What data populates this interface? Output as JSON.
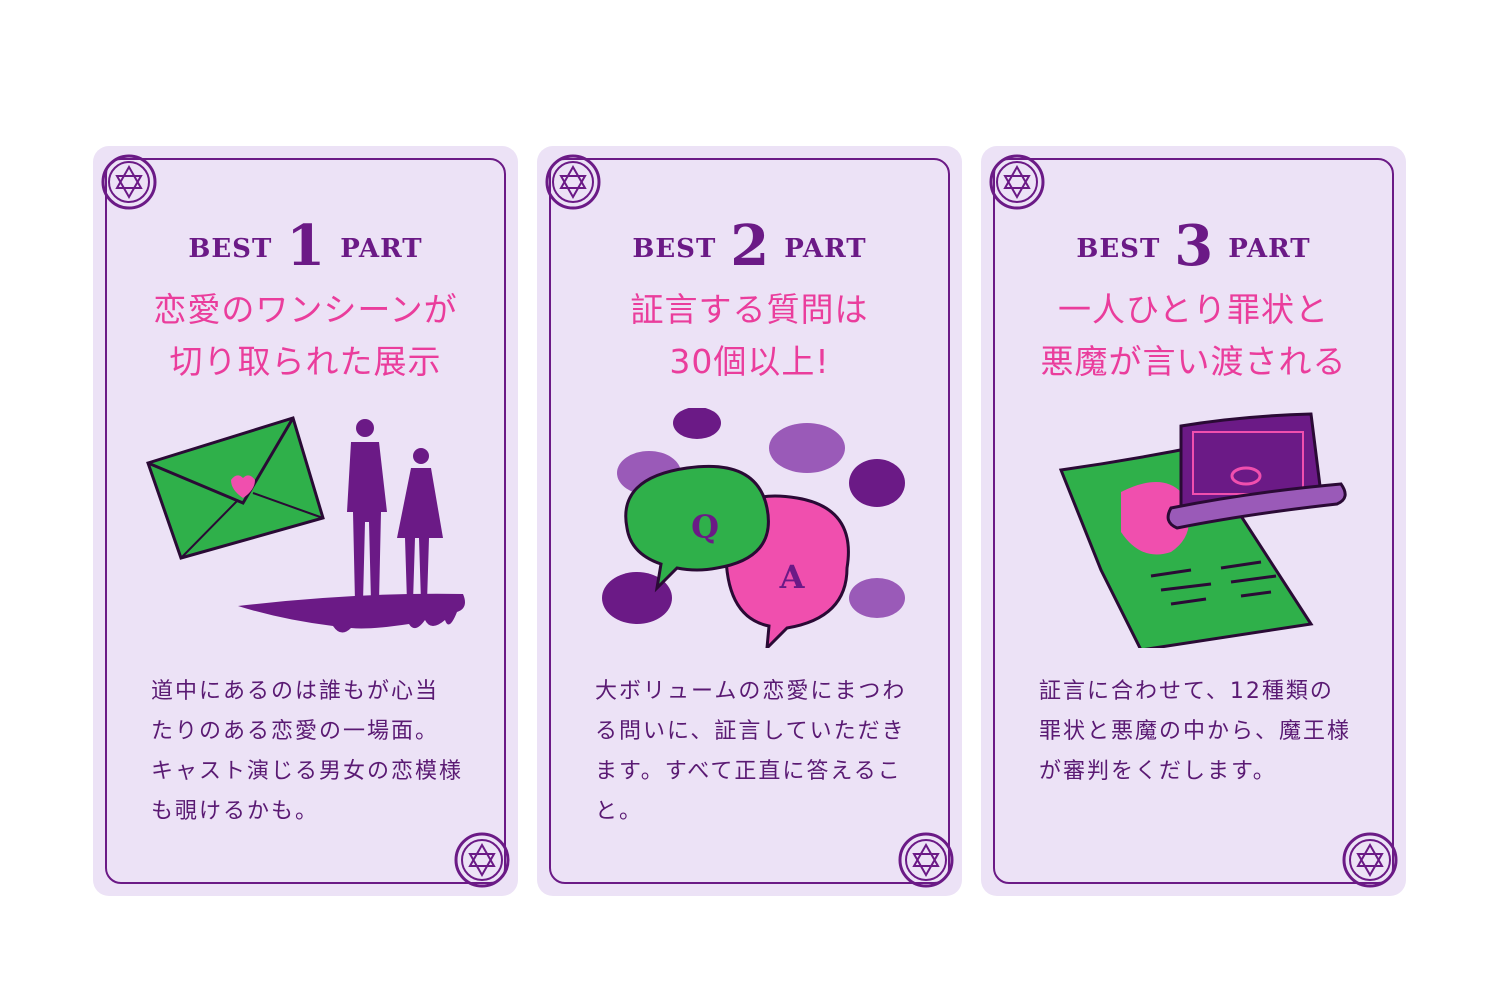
{
  "cards": [
    {
      "best": "BEST",
      "num": "1",
      "part": "PART",
      "title": [
        "恋愛のワンシーンが",
        "切り取られた展示"
      ],
      "body": [
        "道中にあるのは誰もが心当",
        "たりのある恋愛の一場面。",
        "キャスト演じる男女の恋模様",
        "も覗けるかも。"
      ]
    },
    {
      "best": "BEST",
      "num": "2",
      "part": "PART",
      "title": [
        "証言する質問は",
        "30個以上!"
      ],
      "q": "Q",
      "a": "A",
      "body": [
        "大ボリュームの恋愛にまつわ",
        "る問いに、証言していただき",
        "ます。すべて正直に答えるこ",
        "と。"
      ]
    },
    {
      "best": "BEST",
      "num": "3",
      "part": "PART",
      "title": [
        "一人ひとり罪状と",
        "悪魔が言い渡される"
      ],
      "body": [
        "証言に合わせて、12種類の",
        "罪状と悪魔の中から、魔王様",
        "が審判をくだします。"
      ]
    }
  ],
  "colors": {
    "card_bg": "#ece2f6",
    "frame": "#6b1a86",
    "title_pink": "#ea3d9c",
    "green": "#2fb04a",
    "pink": "#f04fae",
    "purple": "#6b1a86",
    "light_purple": "#9a5ab8"
  }
}
